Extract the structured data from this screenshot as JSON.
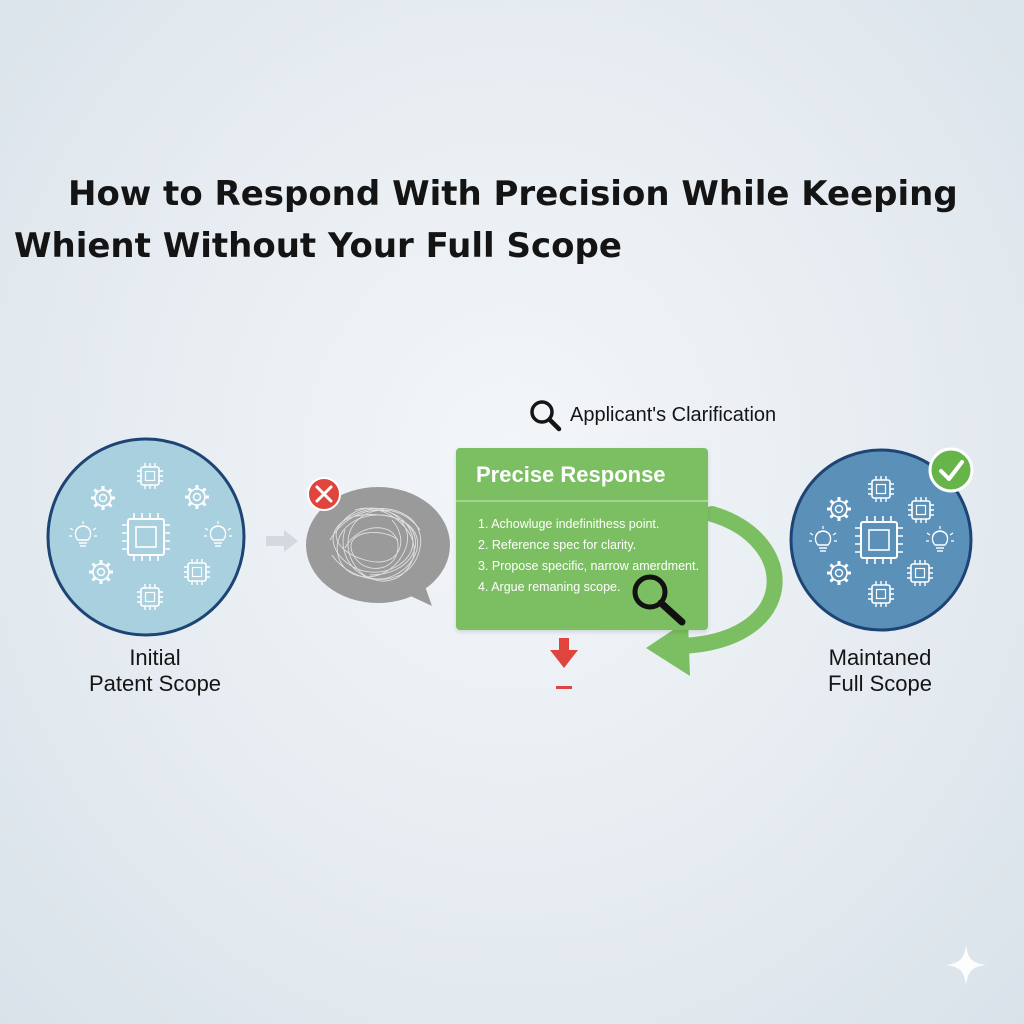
{
  "title": {
    "line1": "How to Respond With Precision While Keeping",
    "line2": "Whient Without Your Full Scope"
  },
  "initial_scope": {
    "label_line1": "Initial",
    "label_line2": "Patent Scope"
  },
  "clarification": {
    "label": "Applicant's Clarification"
  },
  "response": {
    "title": "Precise Response",
    "steps": [
      "1. Achowluge indefinithess point.",
      "2. Reference spec for clarity.",
      "3. Propose specific, narrow amerdment.",
      "4. Argue remaning scope."
    ]
  },
  "maintained_scope": {
    "label_line1": "Maintaned",
    "label_line2": "Full Scope"
  },
  "colors": {
    "initial_circle_fill": "#a9d0df",
    "maintained_circle_fill": "#5b90b8",
    "circle_border": "#1d4474",
    "response_green": "#7cbf62",
    "check_green": "#67b54a",
    "error_red": "#e0453d",
    "bubble_gray": "#9a9a9a"
  }
}
